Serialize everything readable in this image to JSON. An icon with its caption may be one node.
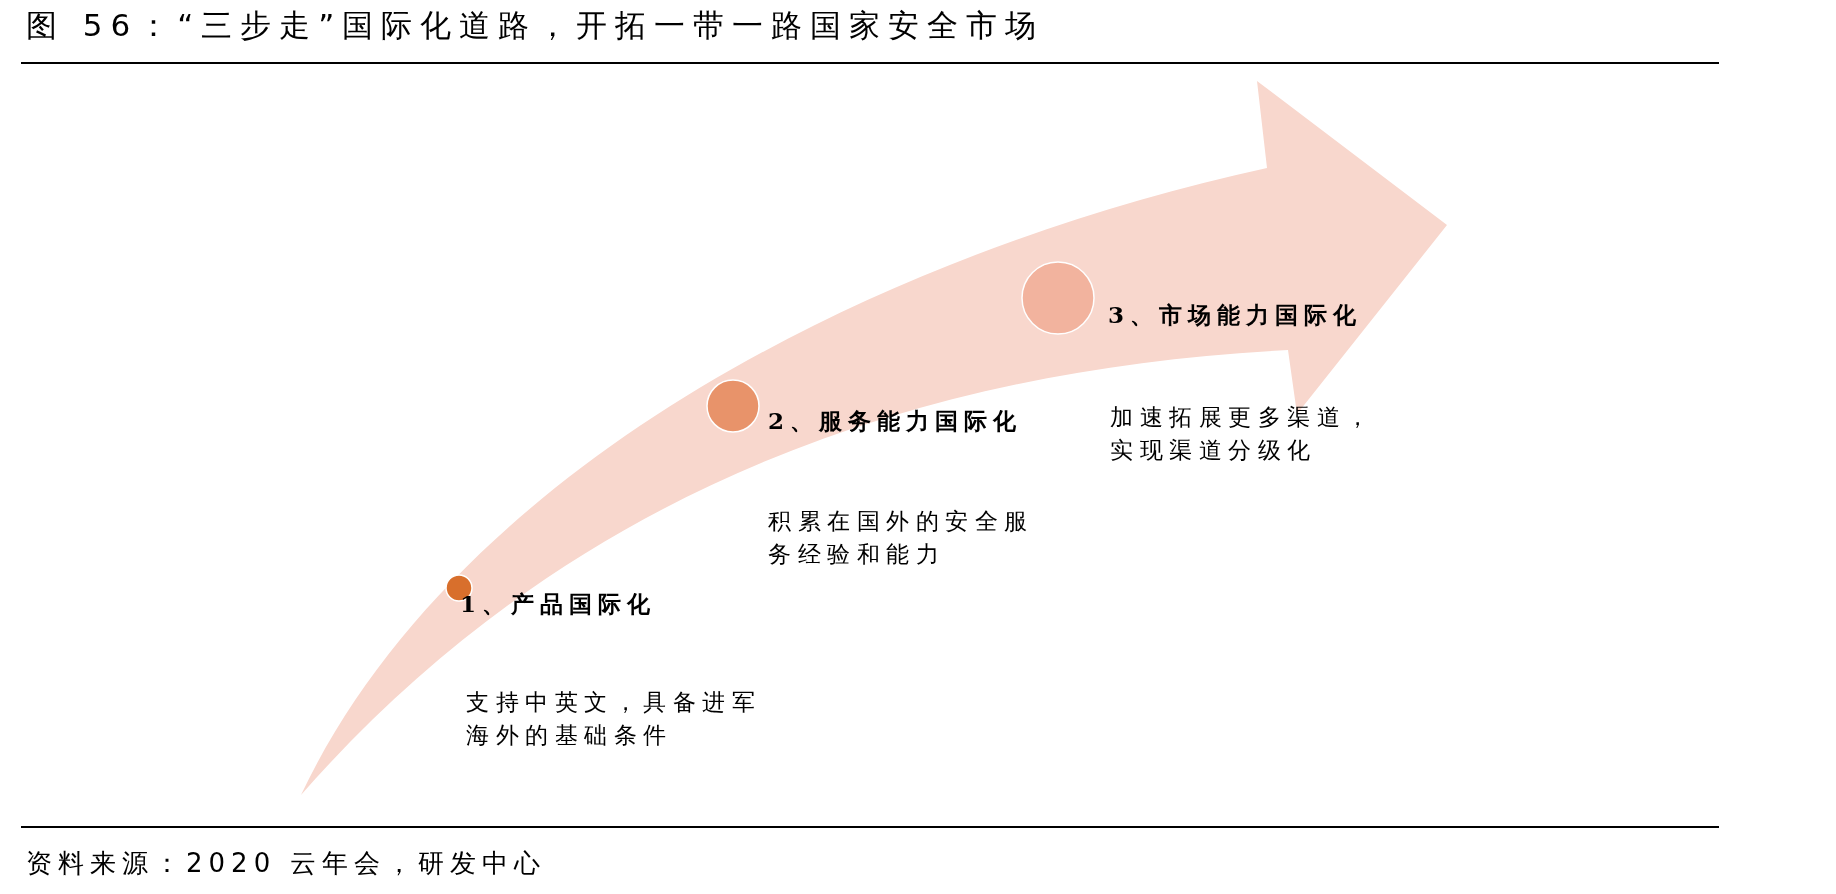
{
  "diagram": {
    "title": "图 56：“三步走”国际化道路，开拓一带一路国家安全市场",
    "caption": "资料来源：2020 云年会，研发中心",
    "nodes": [
      {
        "text": [
          "1、产品国际化"
        ],
        "beside": [
          "支持中英文，具备进军海外的基础条件"
        ]
      },
      {
        "text": [
          "2、服务能力国际化"
        ],
        "beside": [
          "积累在国外的安全服务经验和能力"
        ]
      },
      {
        "text": [
          "3、市场能力国际化"
        ],
        "beside": [
          "加速拓展更多渠道，实现渠道分级化"
        ]
      }
    ]
  }
}
